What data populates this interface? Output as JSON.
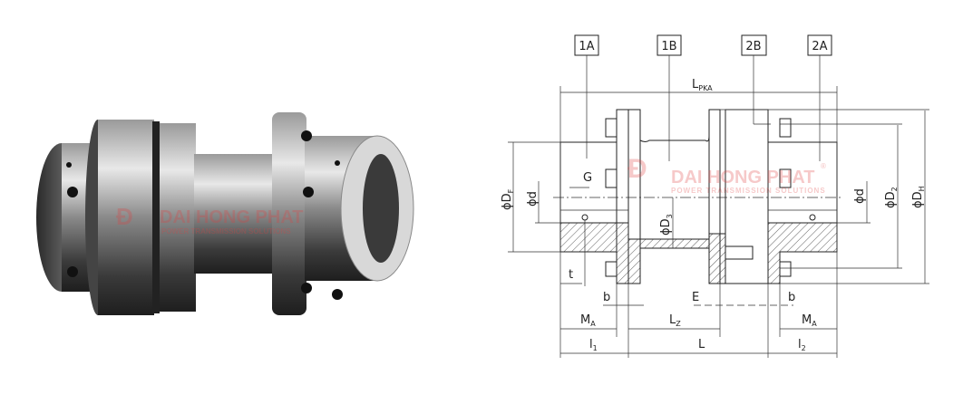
{
  "watermark": {
    "brand": "DAI HONG PHAT",
    "tagline": "POWER TRANSMISSION SOLUTIONS",
    "registered": "®"
  },
  "colors": {
    "watermark": "#e04040",
    "line": "#222222"
  },
  "drawing": {
    "part_labels": [
      "1A",
      "1B",
      "2B",
      "2A"
    ],
    "dimensions": {
      "overall_length": {
        "main": "L",
        "sub": "PKA"
      },
      "flange_dia": {
        "main": "ϕD",
        "sub": "F"
      },
      "bore_left": "ϕd",
      "bore_right": "ϕd",
      "spacer_dia": {
        "main": "ϕD",
        "sub": "3"
      },
      "d2": {
        "main": "ϕD",
        "sub": "2"
      },
      "dh": {
        "main": "ϕD",
        "sub": "H"
      },
      "g": "G",
      "t": "t",
      "b_left": "b",
      "b_right": "b",
      "e": "E",
      "ma_left": {
        "main": "M",
        "sub": "A"
      },
      "ma_right": {
        "main": "M",
        "sub": "A"
      },
      "lz": {
        "main": "L",
        "sub": "Z"
      },
      "l1": {
        "main": "l",
        "sub": "1"
      },
      "l": "L",
      "l2": {
        "main": "l",
        "sub": "2"
      }
    }
  }
}
